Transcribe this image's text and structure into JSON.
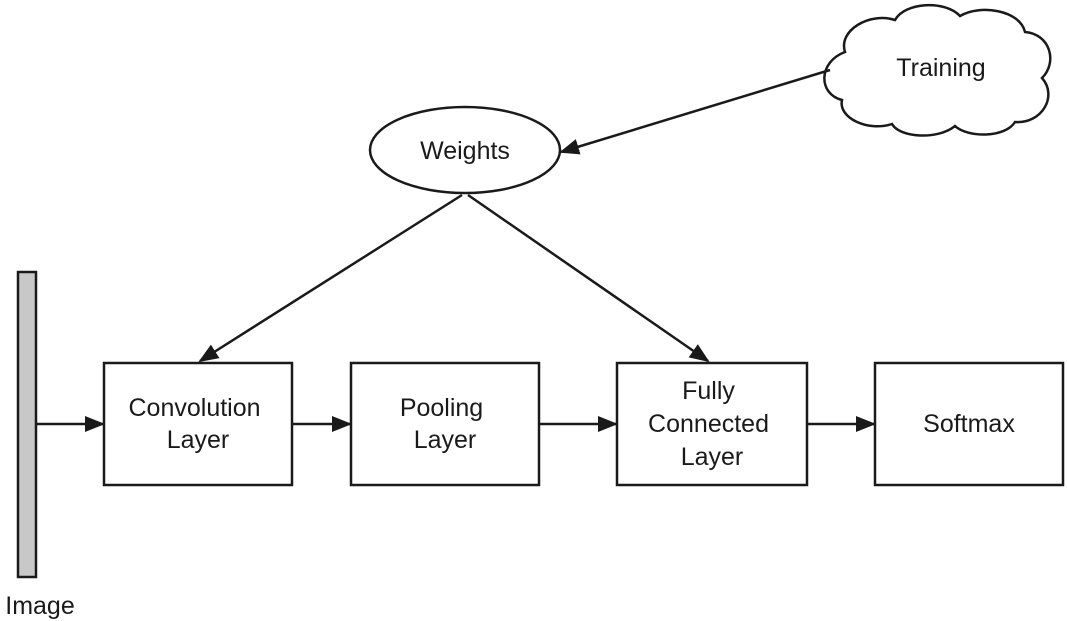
{
  "diagram": {
    "colors": {
      "stroke": "#1a1a1a",
      "image_bar_fill": "#c8c8c8",
      "background": "#ffffff"
    },
    "nodes": {
      "image": {
        "label": "Image"
      },
      "training": {
        "label": "Training"
      },
      "weights": {
        "label": "Weights"
      },
      "convolution": {
        "line1": "Convolution",
        "line2": "Layer"
      },
      "pooling": {
        "line1": "Pooling",
        "line2": "Layer"
      },
      "fully_connected": {
        "line1": "Fully",
        "line2": "Connected",
        "line3": "Layer"
      },
      "softmax": {
        "label": "Softmax"
      }
    },
    "edges": [
      {
        "from": "Image",
        "to": "Convolution Layer"
      },
      {
        "from": "Convolution Layer",
        "to": "Pooling Layer"
      },
      {
        "from": "Pooling Layer",
        "to": "Fully Connected Layer"
      },
      {
        "from": "Fully Connected Layer",
        "to": "Softmax"
      },
      {
        "from": "Training",
        "to": "Weights"
      },
      {
        "from": "Weights",
        "to": "Convolution Layer"
      },
      {
        "from": "Weights",
        "to": "Fully Connected Layer"
      }
    ]
  }
}
